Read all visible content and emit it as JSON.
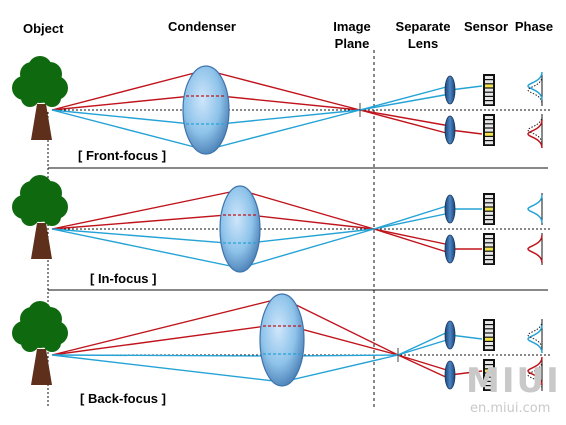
{
  "headers": {
    "object": "Object",
    "condenser": "Condenser",
    "image_plane_1": "Image",
    "image_plane_2": "Plane",
    "separate_lens_1": "Separate",
    "separate_lens_2": "Lens",
    "sensor": "Sensor",
    "phase": "Phase"
  },
  "panels": [
    {
      "label": "[ Front-focus ]"
    },
    {
      "label": "[ In-focus ]"
    },
    {
      "label": "[ Back-focus ]"
    }
  ],
  "watermark": {
    "logo": "MIUI",
    "url": "en.miui.com"
  },
  "colors": {
    "ray_red": "#c0141c",
    "ray_blue": "#25a3d6",
    "lens_blue": "#8ec3ea",
    "lens_edge": "#3f74ad",
    "small_lens": "#2c5d97",
    "tree_green": "#0f6a0f",
    "trunk_brown": "#5e2f1a",
    "sensor_yellow": "#f1e34a"
  },
  "icons": {
    "tree": "tree-icon",
    "lens": "lens-icon",
    "sensor": "sensor-strip-icon",
    "phase": "phase-curve-icon"
  }
}
